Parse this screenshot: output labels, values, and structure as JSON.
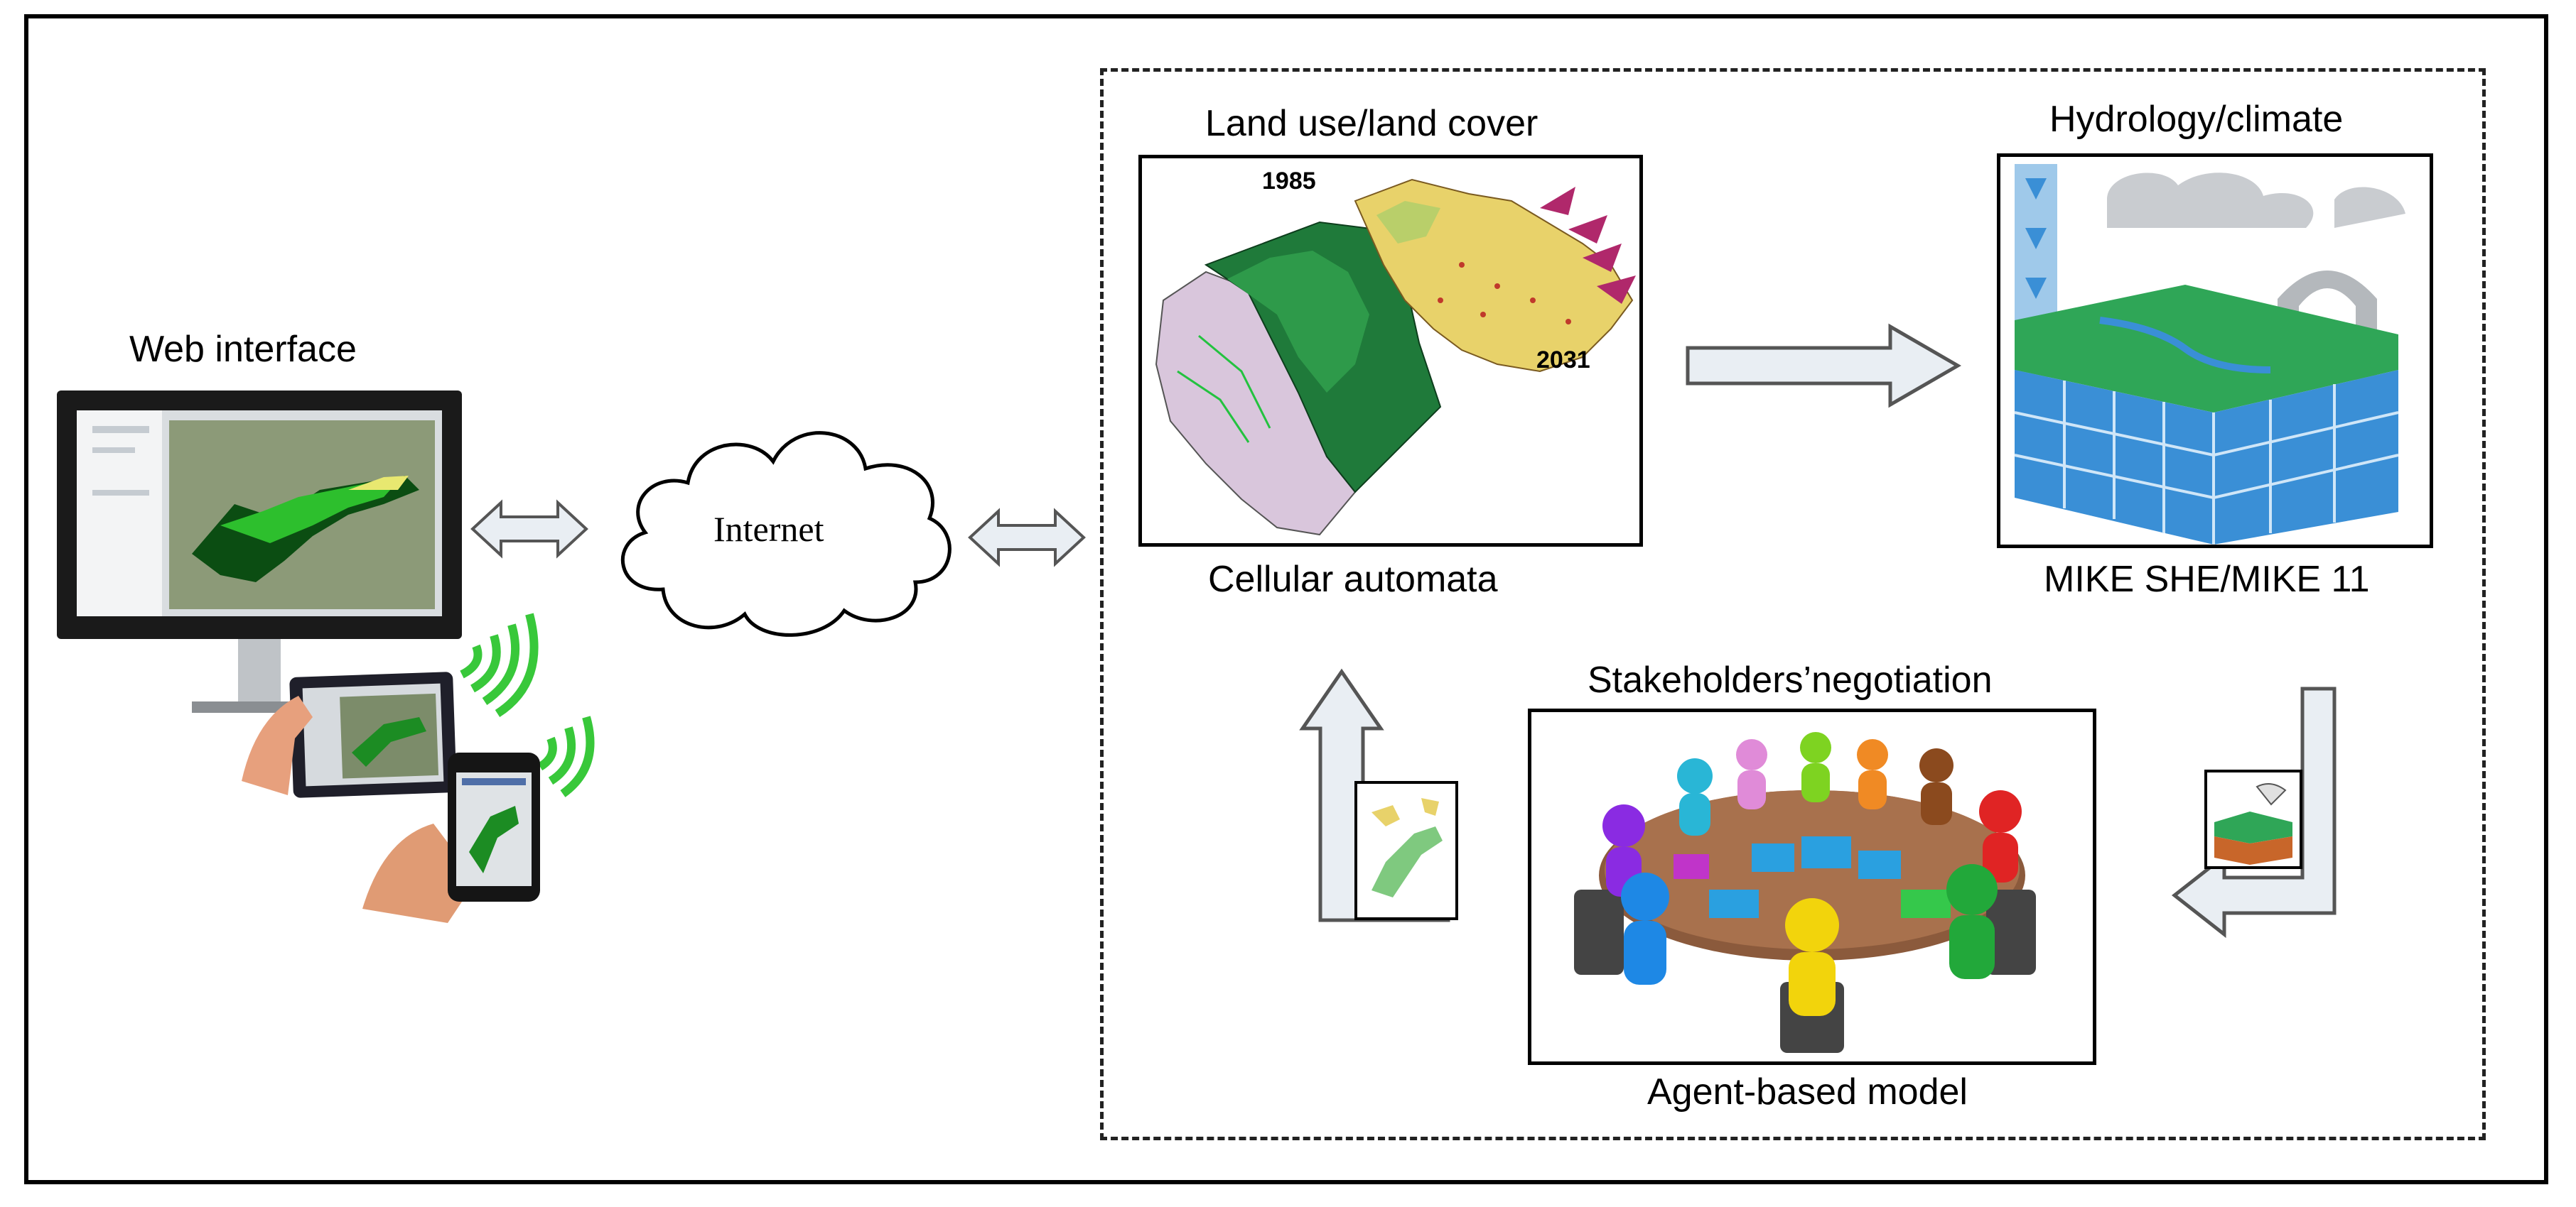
{
  "web_interface": {
    "label": "Web interface"
  },
  "internet": {
    "label": "Internet"
  },
  "land_use": {
    "title": "Land use/land cover",
    "year_start": "1985",
    "year_end": "2031",
    "caption": "Cellular automata"
  },
  "hydrology": {
    "title": "Hydrology/climate",
    "caption": "MIKE SHE/MIKE 11"
  },
  "stakeholders": {
    "title": "Stakeholders’negotiation",
    "caption": "Agent-based model"
  },
  "colors": {
    "map_dark_green": "#1f7a3a",
    "map_yellow": "#e8d26a",
    "map_lilac": "#d9c6dc",
    "arrow_fill": "#e9eef3",
    "arrow_stroke": "#555555",
    "water_blue": "#3a8fd6",
    "table_brown": "#8b5a3c",
    "puzzle_blue": "#2aa0e0"
  }
}
